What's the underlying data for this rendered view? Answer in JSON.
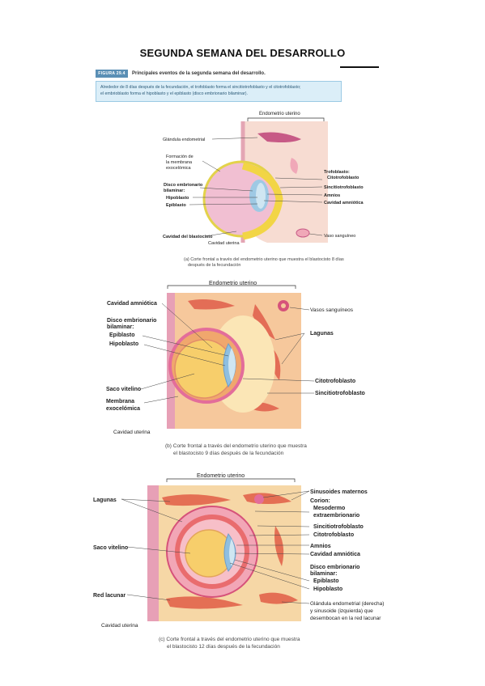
{
  "title": "SEGUNDA SEMANA DEL DESARROLLO",
  "figure": {
    "tag": "FIGURA 29.4",
    "caption": "Principales eventos de la segunda semana del desarrollo.",
    "summary_line1": "Alrededor de 8 días después de la fecundación, el trofoblasto forma el sincitiotrofoblasto y el citotrofoblasto;",
    "summary_line2": "el embrioblasto forma el hipoblasto y el epiblasto (disco embrionario bilaminar)."
  },
  "panel_a": {
    "top": "Endometrio uterino",
    "glandula": "Glándula endometrial",
    "formacion1": "Formación de",
    "formacion2": "la membrana",
    "formacion3": "exocelómica",
    "disco1": "Disco embrionario",
    "disco2": "bilaminar:",
    "hipoblasto": "Hipoblasto",
    "epiblasto": "Epiblasto",
    "cavidad_blastocisto": "Cavidad del blastocisto",
    "cavidad_uterina": "Cavidad uterina",
    "trofoblasto": "Trofoblasto:",
    "citotrofoblasto": "Citotrofoblasto",
    "sincitiotrofoblasto": "Sincitiotrofoblasto",
    "amnios": "Amnios",
    "cavidad_amniotica": "Cavidad amniótica",
    "vaso": "Vaso sanguíneo",
    "cap1": "(a) Corte frontal a través del endometrio uterino que muestra el blastocisto 8 días",
    "cap2": "después de la fecundación"
  },
  "panel_b": {
    "top": "Endometrio uterino",
    "cavidad_amniotica": "Cavidad amniótica",
    "disco1": "Disco embrionario",
    "disco2": "bilaminar:",
    "epiblasto": "Epiblasto",
    "hipoblasto": "Hipoblasto",
    "saco": "Saco vitelino",
    "membrana1": "Membrana",
    "membrana2": "exocelómica",
    "cavidad_uterina": "Cavidad uterina",
    "vasos": "Vasos sanguíneos",
    "lagunas": "Lagunas",
    "citotrofoblasto": "Citotrofoblasto",
    "sincitiotrofoblasto": "Sincitiotrofoblasto",
    "cap1": "(b) Corte frontal a través del endometrio uterino que muestra",
    "cap2": "el blastocisto 9 días después de la fecundación"
  },
  "panel_c": {
    "top": "Endometrio uterino",
    "lagunas": "Lagunas",
    "saco": "Saco vitelino",
    "red": "Red lacunar",
    "cavidad_uterina": "Cavidad uterina",
    "sinusoides": "Sinusoides maternos",
    "corion": "Corion:",
    "mesodermo1": "Mesodermo",
    "mesodermo2": "extraembrionario",
    "sincitiotrofoblasto": "Sincitiotrofoblasto",
    "citotrofoblasto": "Citotrofoblasto",
    "amnios": "Amnios",
    "cavidad_amniotica": "Cavidad amniótica",
    "disco1": "Disco embrionario",
    "disco2": "bilaminar:",
    "epiblasto": "Epiblasto",
    "hipoblasto": "Hipoblasto",
    "glandula1": "Glándula endometrial (derecha)",
    "glandula2": "y sinusoide (izquierda) que",
    "glandula3": "desembocan en la red lacunar",
    "cap1": "(c) Corte frontal a través del endometrio uterino que muestra",
    "cap2": "el blastocisto 12 días después de la fecundación"
  }
}
